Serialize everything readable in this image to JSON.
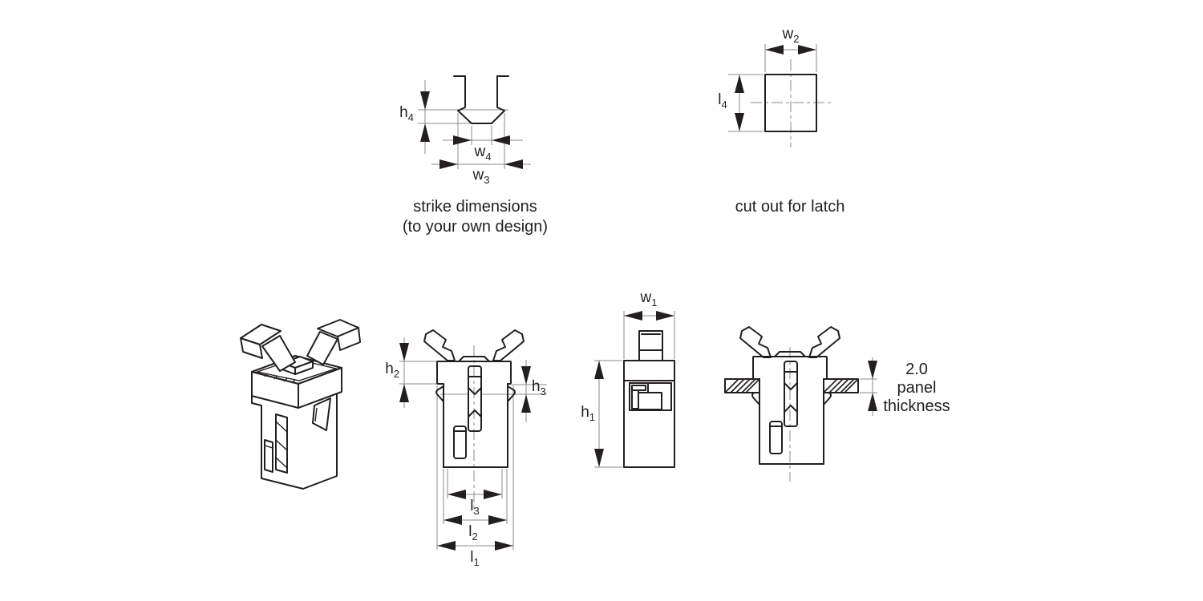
{
  "drawing": {
    "background": "#ffffff",
    "profile_color": "#231f20",
    "thin_line_color": "#8a8b8d",
    "arrow_color": "#231f20",
    "text_color": "#231f20"
  },
  "dims": {
    "h4": {
      "base": "h",
      "sub": "4"
    },
    "w4": {
      "base": "w",
      "sub": "4"
    },
    "w3": {
      "base": "w",
      "sub": "3"
    },
    "w2": {
      "base": "w",
      "sub": "2"
    },
    "l4": {
      "base": "l",
      "sub": "4"
    },
    "h2": {
      "base": "h",
      "sub": "2"
    },
    "h3": {
      "base": "h",
      "sub": "3"
    },
    "l3": {
      "base": "l",
      "sub": "3"
    },
    "l2": {
      "base": "l",
      "sub": "2"
    },
    "l1": {
      "base": "l",
      "sub": "1"
    },
    "w1": {
      "base": "w",
      "sub": "1"
    },
    "h1": {
      "base": "h",
      "sub": "1"
    }
  },
  "strike_view": {
    "caption_line1": "strike dimensions",
    "caption_line2": "(to your own design)"
  },
  "cutout_view": {
    "caption": "cut out for latch"
  },
  "mounted_view": {
    "panel_value": "2.0",
    "panel_label_line1": "panel",
    "panel_label_line2": "thickness"
  }
}
